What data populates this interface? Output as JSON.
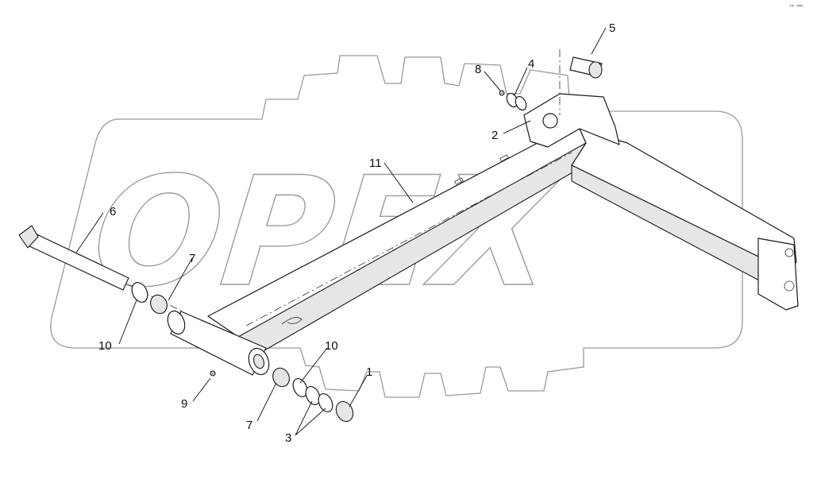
{
  "diagram": {
    "watermark": "OPEX",
    "corner_mark": "⊶ ∞∞",
    "callouts": [
      {
        "id": "c1",
        "label": "1"
      },
      {
        "id": "c2",
        "label": "2"
      },
      {
        "id": "c3",
        "label": "3"
      },
      {
        "id": "c4",
        "label": "4"
      },
      {
        "id": "c5",
        "label": "5"
      },
      {
        "id": "c6",
        "label": "6"
      },
      {
        "id": "c7a",
        "label": "7"
      },
      {
        "id": "c7b",
        "label": "7"
      },
      {
        "id": "c8",
        "label": "8"
      },
      {
        "id": "c9",
        "label": "9"
      },
      {
        "id": "c10a",
        "label": "10"
      },
      {
        "id": "c10b",
        "label": "10"
      },
      {
        "id": "c11",
        "label": "11"
      }
    ]
  }
}
